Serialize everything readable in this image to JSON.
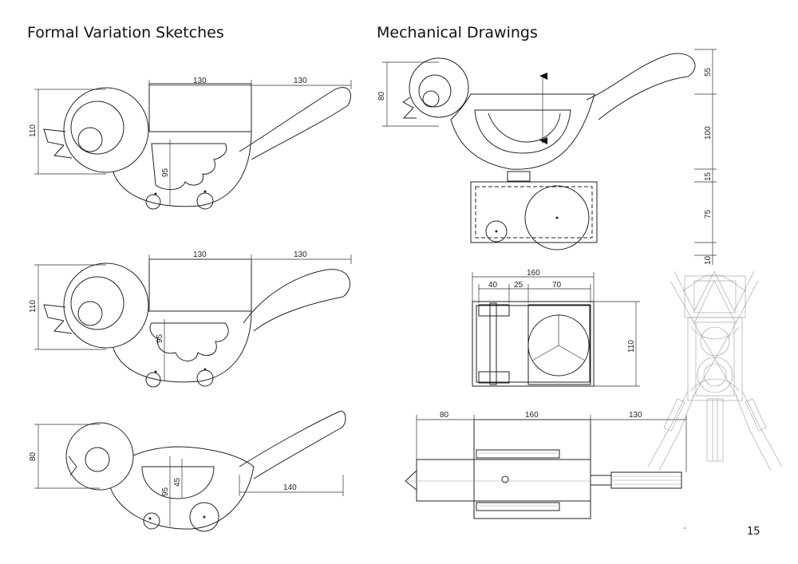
{
  "headings": {
    "left": "Formal Variation Sketches",
    "right": "Mechanical Drawings"
  },
  "page_number": "15",
  "sketches": [
    {
      "width_top": "130",
      "width_tail": "130",
      "height": "110",
      "wing_height": "95"
    },
    {
      "width_top": "130",
      "width_tail": "130",
      "height": "110",
      "wing_height": "95"
    },
    {
      "height": "80",
      "wing_height": "95",
      "wing_inner": "45",
      "tail_length": "140"
    }
  ],
  "mechanical": {
    "side_view": {
      "height": "80"
    },
    "vertical_dims": [
      "55",
      "100",
      "15",
      "75",
      "10"
    ],
    "plan_view": {
      "total": "160",
      "seg_a": "40",
      "seg_b": "25",
      "seg_c": "70",
      "depth": "110"
    },
    "bottom_view": {
      "left": "80",
      "middle": "160",
      "right": "130"
    }
  }
}
